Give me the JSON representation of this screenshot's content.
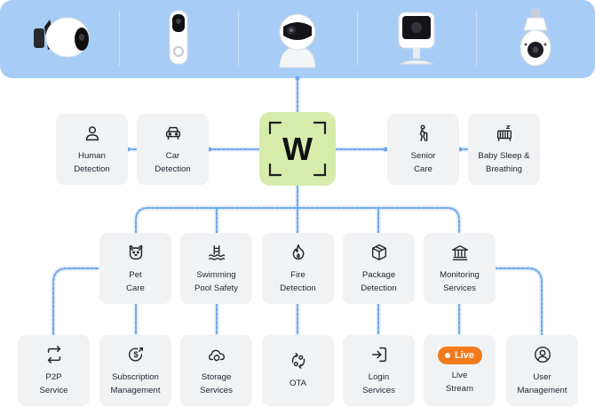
{
  "center_logo": {
    "letter": "W",
    "bg_color": "#d7ecaa"
  },
  "cameras": [
    {
      "name": "outdoor-spotlight-camera-icon"
    },
    {
      "name": "video-doorbell-icon"
    },
    {
      "name": "pan-tilt-indoor-camera-icon"
    },
    {
      "name": "mini-indoor-camera-icon"
    },
    {
      "name": "bulb-camera-icon"
    }
  ],
  "nodes": {
    "human_detection": {
      "line1": "Human",
      "line2": "Detection",
      "icon": "person-icon"
    },
    "car_detection": {
      "line1": "Car",
      "line2": "Detection",
      "icon": "car-icon"
    },
    "senior_care": {
      "line1": "Senior",
      "line2": "Care",
      "icon": "elderly-person-icon"
    },
    "baby_sleep": {
      "line1": "Baby Sleep &",
      "line2": "Breathing",
      "icon": "crib-icon"
    },
    "pet_care": {
      "line1": "Pet",
      "line2": "Care",
      "icon": "pet-face-icon"
    },
    "swimming_pool": {
      "line1": "Swimming",
      "line2": "Pool Safety",
      "icon": "pool-ladder-icon"
    },
    "fire_detection": {
      "line1": "Fire",
      "line2": "Detection",
      "icon": "flame-icon"
    },
    "package_detection": {
      "line1": "Package",
      "line2": "Detection",
      "icon": "package-icon"
    },
    "monitoring_services": {
      "line1": "Monitoring",
      "line2": "Services",
      "icon": "institution-icon"
    },
    "p2p_service": {
      "line1": "P2P",
      "line2": "Service",
      "icon": "swap-arrows-icon"
    },
    "subscription": {
      "line1": "Subscription",
      "line2": "Management",
      "icon": "dollar-circle-icon"
    },
    "storage": {
      "line1": "Storage",
      "line2": "Services",
      "icon": "cloud-sync-icon"
    },
    "ota": {
      "line1": "OTA",
      "icon": "ota-cycle-icon"
    },
    "login": {
      "line1": "Login",
      "line2": "Services",
      "icon": "login-icon"
    },
    "live_stream": {
      "line1": "Live",
      "line2": "Stream",
      "badge": "Live",
      "badge_color": "#f27a1a"
    },
    "user_management": {
      "line1": "User",
      "line2": "Management",
      "icon": "user-circle-icon"
    }
  },
  "colors": {
    "connector": "#6fa8ea",
    "connector_light": "#dbe9fb",
    "node_bg": "#f1f2f4",
    "camera_bar": "#a7cdf6"
  }
}
